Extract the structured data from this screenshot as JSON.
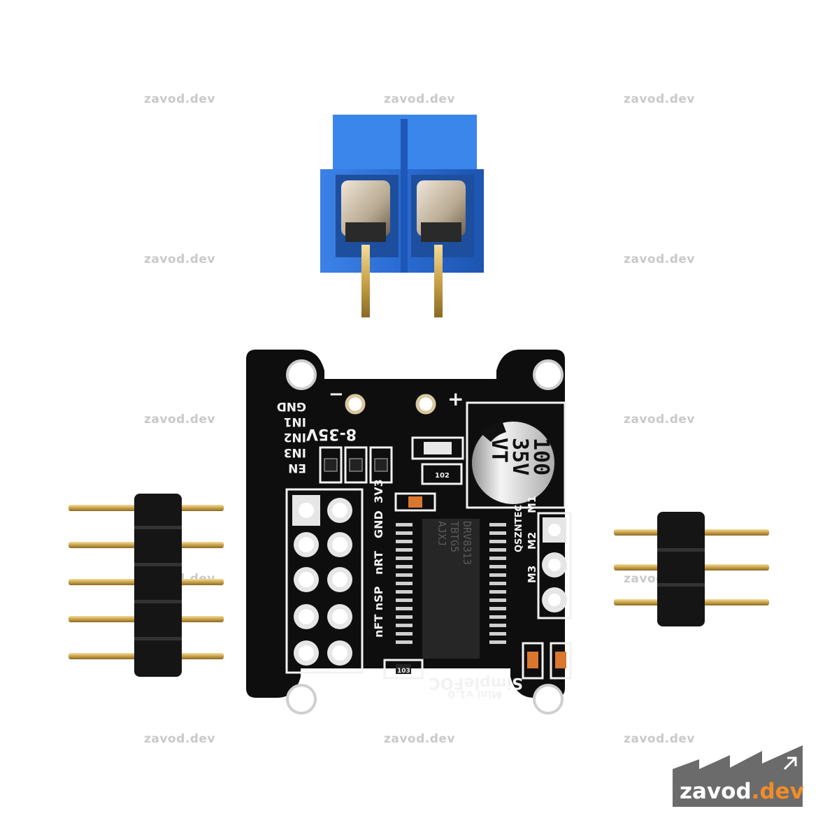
{
  "watermarks": [
    "zavod.dev",
    "zavod.dev",
    "zavod.dev",
    "zavod.dev",
    "zavod.dev",
    "zavod.dev",
    "zavod.dev",
    "zavod.dev",
    "zavod.dev",
    "zavod.dev",
    "zavod.dev",
    "zavod.dev"
  ],
  "logo": {
    "name": "zavod",
    "ext": ".dev",
    "accent": "#f28c28",
    "bg": "#6b6b6b"
  },
  "pcb": {
    "left_pins": [
      "GND",
      "IN1",
      "IN2",
      "IN3",
      "EN"
    ],
    "voltage": "8-35V",
    "minus": "−",
    "plus": "+",
    "v33": "3V3",
    "gnd": "GND",
    "nrt": "nRT",
    "nrtnsp": "nFT nSP",
    "motor_pins": [
      "M3",
      "M2",
      "M1"
    ],
    "maker": "QSZNTEC",
    "brand": "SimpleFOC",
    "model": "Mini v1.0",
    "chip_lines": [
      "DRV8313",
      "TBTG5",
      "AJXJ"
    ],
    "cap_lines": [
      "100",
      "35V",
      "VT"
    ],
    "resistor_codes": [
      "102",
      "103"
    ]
  },
  "colors": {
    "board": "#0e0e0e",
    "terminal": "#2d6fd6",
    "gold": "#c9a24a",
    "silk": "#f2f2f2"
  }
}
